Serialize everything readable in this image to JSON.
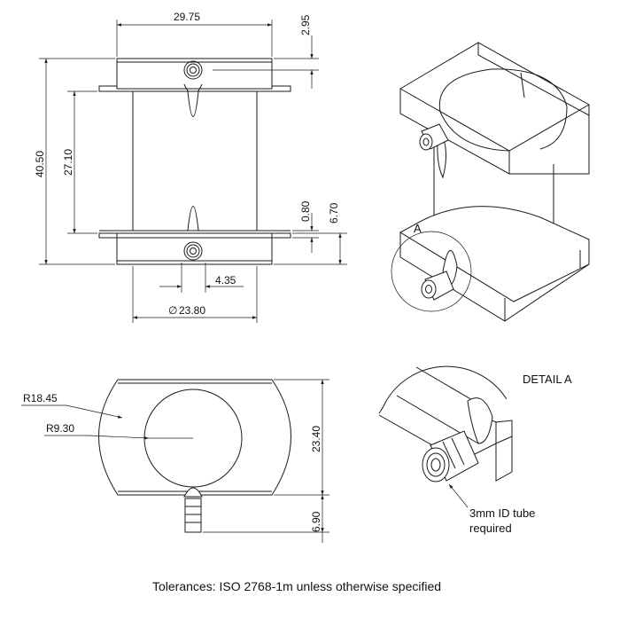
{
  "dimensions": {
    "width_top": "29.75",
    "flange_thickness_top": "2.95",
    "overall_height": "40.50",
    "inner_height": "27.10",
    "flange_gap": "0.80",
    "flange_height": "6.70",
    "nozzle_offset": "4.35",
    "diameter_prefix": "∅",
    "diameter": "23.80",
    "radius_outer": "R18.45",
    "radius_inner": "R9.30",
    "plan_height": "23.40",
    "nozzle_length": "6.90"
  },
  "labels": {
    "detail_marker": "A",
    "detail_title": "DETAIL A",
    "tube_note_line1": "3mm ID tube",
    "tube_note_line2": "required",
    "tolerances": "Tolerances: ISO 2768-1m unless otherwise specified"
  }
}
